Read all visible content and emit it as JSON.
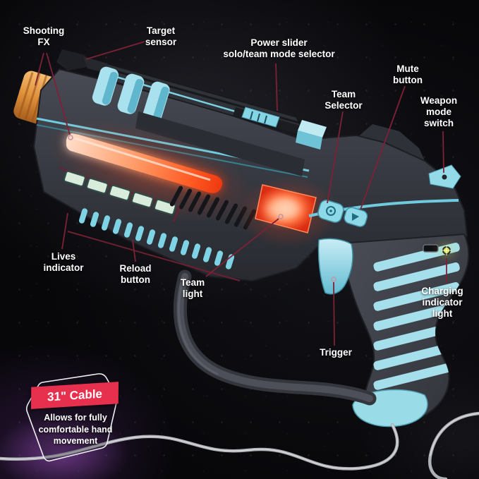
{
  "annotations": {
    "shooting_fx": {
      "text": "Shooting\nFX"
    },
    "target_sensor": {
      "text": "Target\nsensor"
    },
    "power_slider": {
      "text": "Power slider\nsolo/team mode selector"
    },
    "mute_button": {
      "text": "Mute\nbutton"
    },
    "team_selector": {
      "text": "Team\nSelector"
    },
    "weapon_mode_switch": {
      "text": "Weapon\nmode\nswitch"
    },
    "lives_indicator": {
      "text": "Lives\nindicator"
    },
    "reload_button": {
      "text": "Reload\nbutton"
    },
    "team_light": {
      "text": "Team\nlight"
    },
    "trigger": {
      "text": "Trigger"
    },
    "charging_indicator_light": {
      "text": "Charging\nindicator\nlight"
    }
  },
  "badge": {
    "title": "31\" Cable",
    "subtitle": "Allows for fully\ncomfortable hand\nmovement"
  },
  "colors": {
    "background": "#07070a",
    "label_text": "#ffffff",
    "callout_line": "#7e2136",
    "banner_red": "#e6304d",
    "accent_teal": "#8ed9e8",
    "muzzle_orange": "#e0903a",
    "shooting_fx_glow": "#ff5a24",
    "team_light_glow": "#ff4a1e",
    "charging_led": "#dce54f",
    "gun_body_gray": "#3a3d45",
    "cable_gray": "#aeb0b6"
  }
}
